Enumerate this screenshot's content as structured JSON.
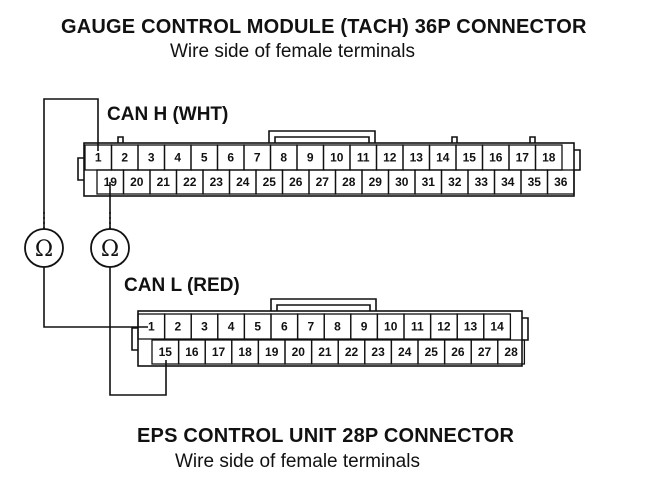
{
  "gauge_connector": {
    "title": "GAUGE CONTROL MODULE (TACH) 36P CONNECTOR",
    "subtitle": "Wire side of female terminals",
    "top_pins": [
      "1",
      "2",
      "3",
      "4",
      "5",
      "6",
      "7",
      "8",
      "9",
      "10",
      "11",
      "12",
      "13",
      "14",
      "15",
      "16",
      "17",
      "18"
    ],
    "bottom_pins": [
      "19",
      "20",
      "21",
      "22",
      "23",
      "24",
      "25",
      "26",
      "27",
      "28",
      "29",
      "30",
      "31",
      "32",
      "33",
      "34",
      "35",
      "36"
    ]
  },
  "eps_connector": {
    "title": "EPS CONTROL UNIT 28P CONNECTOR",
    "subtitle": "Wire side of female terminals",
    "top_pins": [
      "1",
      "2",
      "3",
      "4",
      "5",
      "6",
      "7",
      "8",
      "9",
      "10",
      "11",
      "12",
      "13",
      "14"
    ],
    "bottom_pins": [
      "15",
      "16",
      "17",
      "18",
      "19",
      "20",
      "21",
      "22",
      "23",
      "24",
      "25",
      "26",
      "27",
      "28"
    ]
  },
  "wires": {
    "can_h": "CAN H (WHT)",
    "can_l": "CAN L (RED)"
  },
  "meters": [
    {
      "symbol": "Ω",
      "icon": "ohmmeter-icon"
    },
    {
      "symbol": "Ω",
      "icon": "ohmmeter-icon"
    }
  ]
}
